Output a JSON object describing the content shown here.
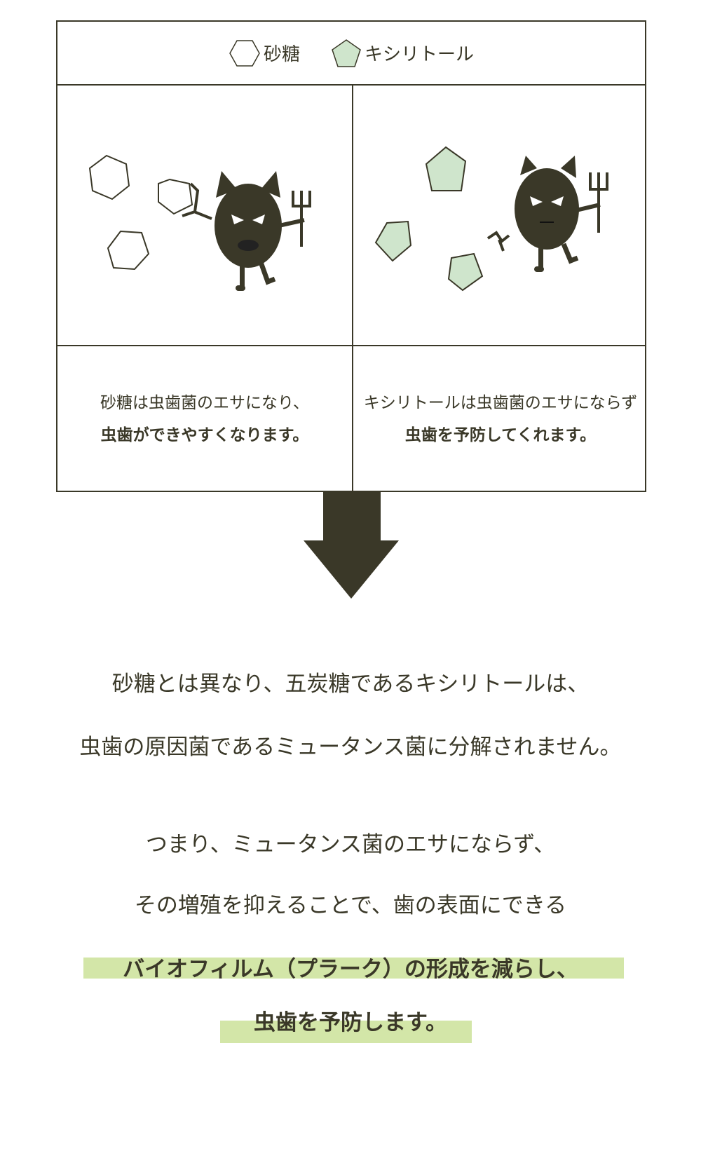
{
  "legend": {
    "sugar": "砂糖",
    "xylitol": "キシリトール"
  },
  "captions": {
    "sugar": {
      "line1": "砂糖は虫歯菌のエサになり、",
      "line2": "虫歯ができやすくなります。"
    },
    "xylitol": {
      "line1": "キシリトールは虫歯菌のエサにならず",
      "line2": "虫歯を予防してくれます。"
    }
  },
  "body": {
    "p1_line1": "砂糖とは異なり、五炭糖であるキシリトールは、",
    "p1_line2": "虫歯の原因菌であるミュータンス菌に分解されません。",
    "p2_line1": "つまり、ミュータンス菌のエサにならず、",
    "p2_line2": "その増殖を抑えることで、歯の表面にできる",
    "p2_line3": "バイオフィルム（プラーク）の形成を減らし、",
    "p2_line4": "虫歯を予防します。"
  },
  "colors": {
    "dark": "#3a3828",
    "xylitol": "#cfe5cc",
    "highlight": "#d3e6a8"
  }
}
